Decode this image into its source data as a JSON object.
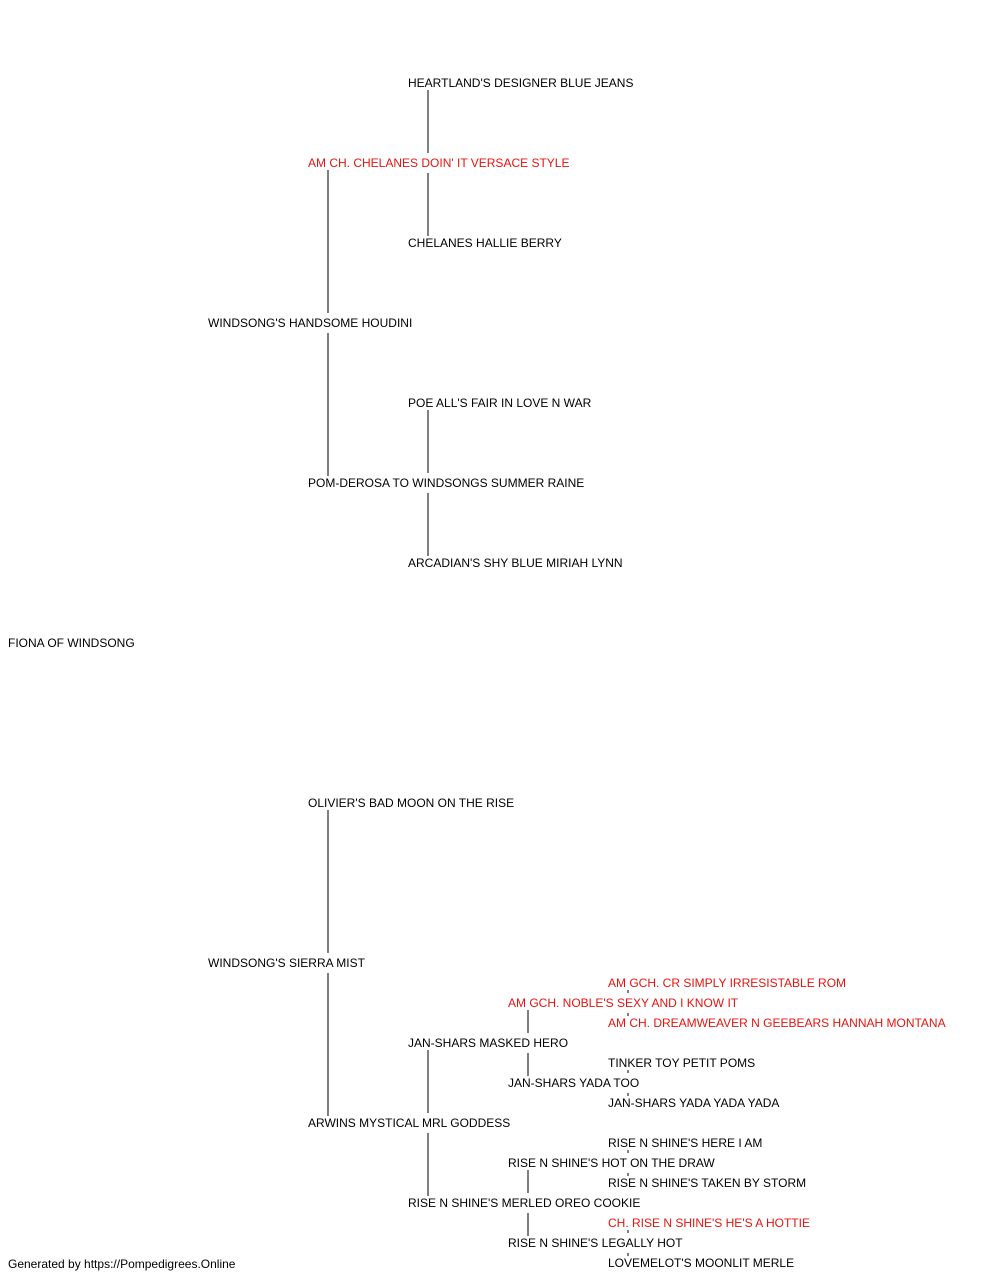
{
  "pedigree": {
    "subject": "FIONA OF WINDSONG",
    "sire": {
      "name": "WINDSONG'S HANDSOME HOUDINI",
      "sire": {
        "name": "AM CH. CHELANES DOIN' IT VERSACE STYLE",
        "champion": true,
        "sire": {
          "name": "HEARTLAND'S DESIGNER BLUE JEANS"
        },
        "dam": {
          "name": "CHELANES HALLIE BERRY"
        }
      },
      "dam": {
        "name": "POM-DEROSA TO WINDSONGS SUMMER RAINE",
        "sire": {
          "name": "POE ALL'S FAIR IN LOVE N WAR"
        },
        "dam": {
          "name": "ARCADIAN'S SHY BLUE MIRIAH LYNN"
        }
      }
    },
    "dam": {
      "name": "WINDSONG'S SIERRA MIST",
      "sire": {
        "name": "OLIVIER'S BAD MOON ON THE RISE"
      },
      "dam": {
        "name": "ARWINS MYSTICAL MRL GODDESS",
        "sire": {
          "name": "JAN-SHARS MASKED HERO",
          "sire": {
            "name": "AM GCH. NOBLE'S SEXY AND I KNOW IT",
            "champion": true,
            "sire": {
              "name": "AM GCH. CR SIMPLY IRRESISTABLE ROM",
              "champion": true
            },
            "dam": {
              "name": "AM CH. DREAMWEAVER N GEEBEARS HANNAH MONTANA",
              "champion": true
            }
          },
          "dam": {
            "name": "JAN-SHARS YADA TOO",
            "sire": {
              "name": "TINKER TOY PETIT POMS"
            },
            "dam": {
              "name": "JAN-SHARS YADA YADA YADA"
            }
          }
        },
        "dam": {
          "name": "RISE N SHINE'S MERLED OREO COOKIE",
          "sire": {
            "name": "RISE N SHINE'S HOT ON THE DRAW",
            "sire": {
              "name": "RISE N SHINE'S HERE I AM"
            },
            "dam": {
              "name": "RISE N SHINE'S TAKEN BY STORM"
            }
          },
          "dam": {
            "name": "RISE N SHINE'S LEGALLY HOT",
            "sire": {
              "name": "CH. RISE N SHINE'S HE'S A HOTTIE",
              "champion": true
            },
            "dam": {
              "name": "LOVEMELOT'S MOONLIT MERLE"
            }
          }
        }
      }
    }
  },
  "footer": "Generated by https://Pompedigrees.Online",
  "colors": {
    "champion": "#e8130f",
    "normal": "#000000",
    "line": "#000000"
  }
}
